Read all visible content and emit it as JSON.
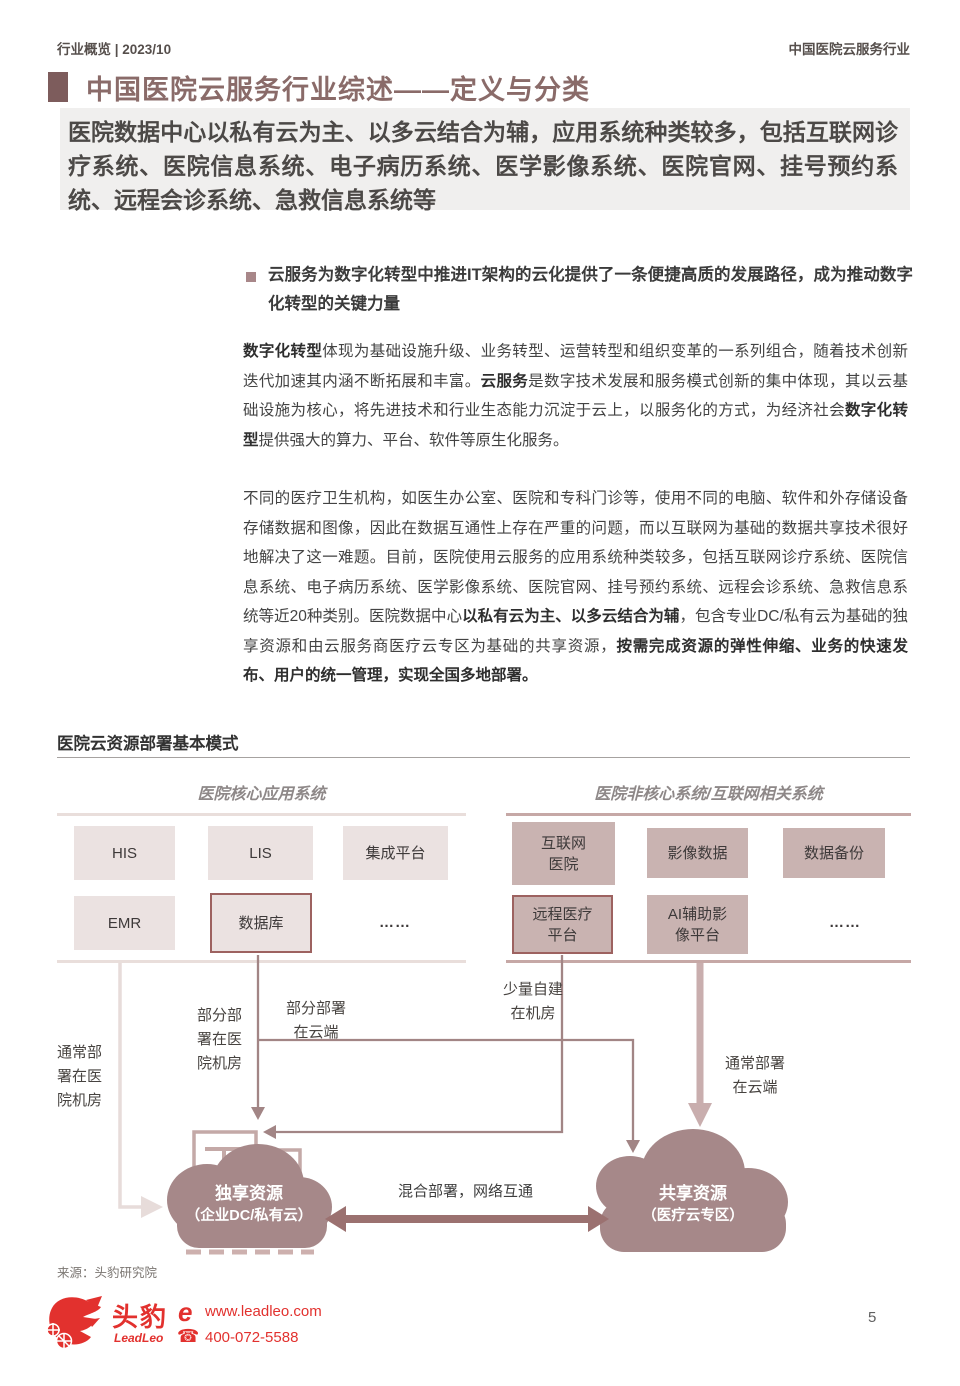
{
  "page_header": {
    "left": "行业概览 | 2023/10",
    "right": "中国医院云服务行业"
  },
  "title": "中国医院云服务行业综述——定义与分类",
  "highlight": "医院数据中心以私有云为主、以多云结合为辅，应用系统种类较多，包括互联网诊疗系统、医院信息系统、电子病历系统、医学影像系统、医院官网、挂号预约系统、远程会诊系统、急救信息系统等",
  "bullet": "云服务为数字化转型中推进IT架构的云化提供了一条便捷高质的发展路径，成为推动数字化转型的关键力量",
  "para1": {
    "segments": [
      {
        "t": "数字化转型",
        "b": true
      },
      {
        "t": "体现为基础设施升级、业务转型、运营转型和组织变革的一系列组合，随着技术创新迭代加速其内涵不断拓展和丰富。",
        "b": false
      },
      {
        "t": "云服务",
        "b": true
      },
      {
        "t": "是数字技术发展和服务模式创新的集中体现，其以云基础设施为核心，将先进技术和行业生态能力沉淀于云上，以服务化的方式，为经济社会",
        "b": false
      },
      {
        "t": "数字化转型",
        "b": true
      },
      {
        "t": "提供强大的算力、平台、软件等原生化服务。",
        "b": false
      }
    ]
  },
  "para2": {
    "segments": [
      {
        "t": "不同的医疗卫生机构，如医生办公室、医院和专科门诊等，使用不同的电脑、软件和外存储设备存储数据和图像，因此在数据互通性上存在严重的问题，而以互联网为基础的数据共享技术很好地解决了这一难题。目前，医院使用云服务的应用系统种类较多，包括互联网诊疗系统、医院信息系统、电子病历系统、医学影像系统、医院官网、挂号预约系统、远程会诊系统、急救信息系统等近20种类别。医院数据中心",
        "b": false
      },
      {
        "t": "以私有云为主、以多云结合为辅",
        "b": true
      },
      {
        "t": "，包含专业DC/私有云为基础的独享资源和由云服务商医疗云专区为基础的共享资源，",
        "b": false
      },
      {
        "t": "按需完成资源的弹性伸缩、业务的快速发布、用户的统一管理，实现全国多地部署。",
        "b": true
      }
    ]
  },
  "diagram": {
    "title": "医院云资源部署基本模式",
    "left_group": {
      "header": "医院核心应用系统",
      "row1": [
        "HIS",
        "LIS",
        "集成平台"
      ],
      "row2": [
        "EMR",
        "数据库",
        "……"
      ]
    },
    "right_group": {
      "header": "医院非核心系统/互联网相关系统",
      "row1": [
        "互联网\n医院",
        "影像数据",
        "数据备份"
      ],
      "row2": [
        "远程医疗\n平台",
        "AI辅助影\n像平台",
        "……"
      ]
    },
    "labels": {
      "usually_hospital_room": "通常部署在医院机房",
      "partly_hospital_room": "部分部署在医院机房",
      "partly_cloud": "部分部署在云端",
      "few_self_built": "少量自建在机房",
      "usually_cloud": "通常部署在云端",
      "flow": "混合部署，网络互通"
    },
    "clouds": {
      "left": {
        "line1": "独享资源",
        "line2": "（企业DC/私有云）"
      },
      "right": {
        "line1": "共享资源",
        "line2": "（医疗云专区）"
      }
    },
    "source": "来源：头豹研究院"
  },
  "footer": {
    "brand": "头豹",
    "brand_en": "LeadLeo",
    "e_mark": "e",
    "website": "www.leadleo.com",
    "phone": "400-072-5588",
    "page": "5"
  },
  "colors": {
    "brand_red": "#e2312e",
    "title_brown": "#8a6b69",
    "title_square": "#7d5c5c",
    "highlight_bg": "#f0efee",
    "box_light": "#ebe2e1",
    "box_dark": "#c9b3b1",
    "box_border_accent": "#9d6260",
    "cloud_fill": "#a68889",
    "connector_mauve": "#a28585",
    "connector_light": "#e7dcda",
    "thick_arrow": "#c9aeae",
    "double_arrow": "#9b7170"
  }
}
